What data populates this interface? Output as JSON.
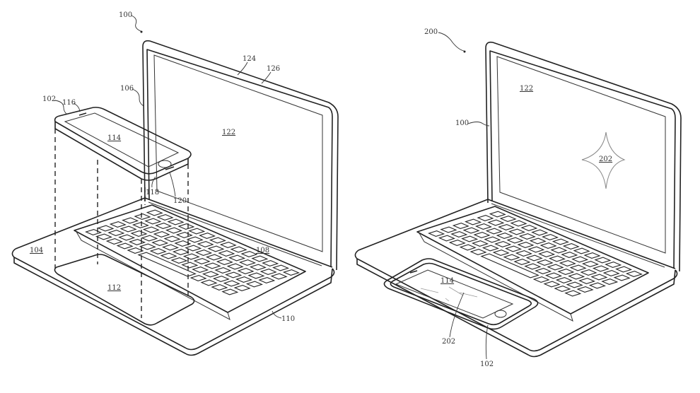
{
  "figure_left": {
    "labels": {
      "system": "100",
      "camera": "124",
      "bezel": "126",
      "lid": "106",
      "phone": "102",
      "phone_speaker": "116",
      "phone_display": "114",
      "laptop_display": "122",
      "connector_a": "118",
      "connector_b": "120",
      "base": "104",
      "keyboard": "108",
      "recess": "112",
      "housing": "110"
    }
  },
  "figure_right": {
    "labels": {
      "system": "200",
      "laptop_display": "122",
      "laptop": "100",
      "star_display": "202",
      "phone_display": "114",
      "star_phone": "202",
      "phone": "102"
    }
  }
}
